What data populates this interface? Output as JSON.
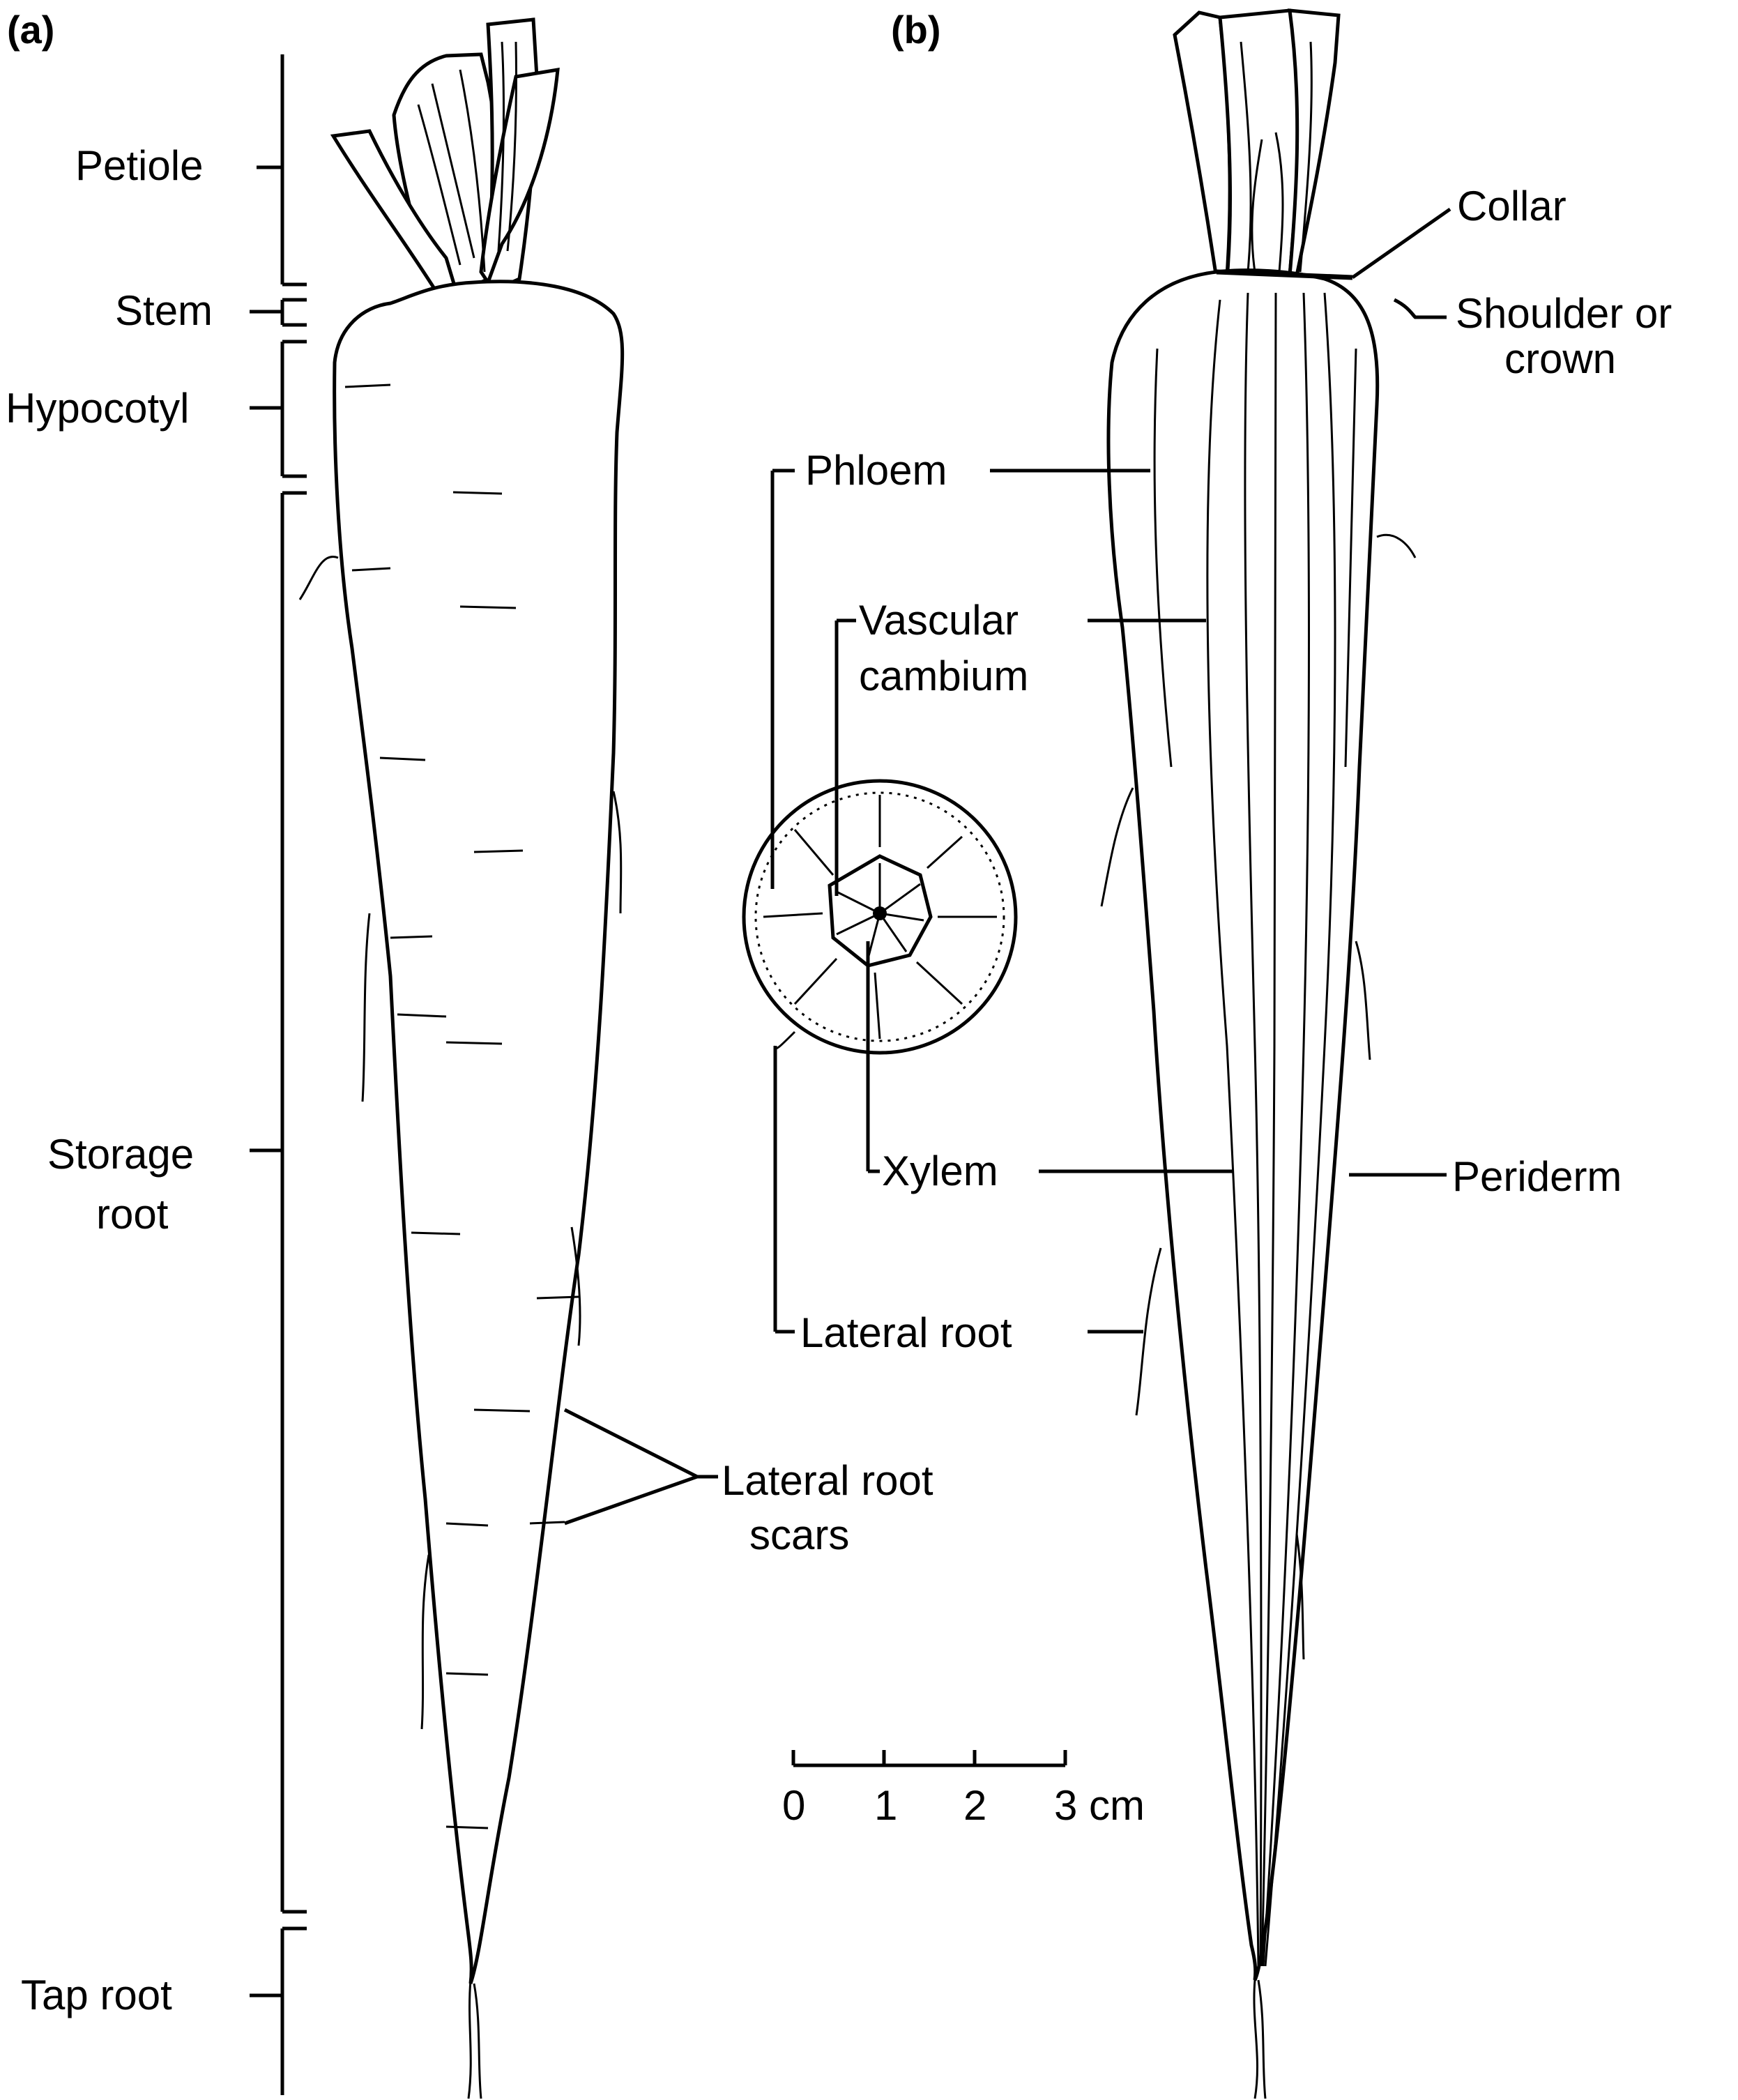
{
  "panels": {
    "a": "(a)",
    "b": "(b)"
  },
  "labels_a": {
    "petiole": "Petiole",
    "stem": "Stem",
    "hypocotyl": "Hypocotyl",
    "storage_root_1": "Storage",
    "storage_root_2": "root",
    "tap_root": "Tap root",
    "lateral_root_scars_1": "Lateral root",
    "lateral_root_scars_2": "scars"
  },
  "labels_b": {
    "collar": "Collar",
    "shoulder_1": "Shoulder or",
    "shoulder_2": "crown",
    "phloem": "Phloem",
    "vascular_1": "Vascular",
    "vascular_2": "cambium",
    "xylem": "Xylem",
    "periderm": "Periderm",
    "lateral_root": "Lateral root"
  },
  "scale": {
    "ticks": [
      "0",
      "1",
      "2",
      "3 cm"
    ]
  }
}
